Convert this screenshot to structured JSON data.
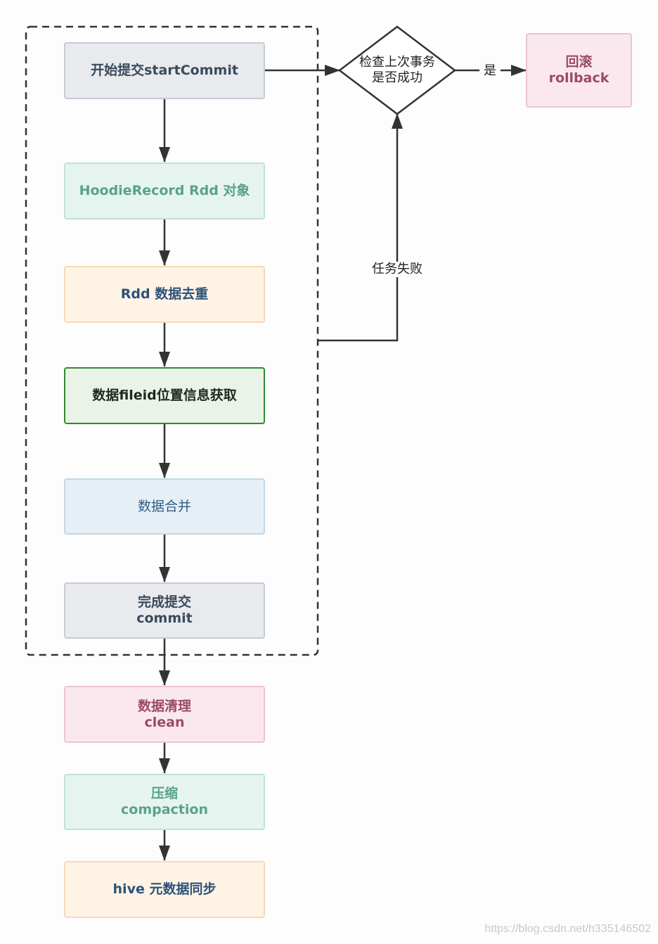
{
  "nodes": {
    "start_commit": "开始提交startCommit",
    "hoodie_record": "HoodieRecord Rdd 对象",
    "rdd_dedup": "Rdd 数据去重",
    "fileid_lookup": "数据fileid位置信息获取",
    "data_merge": "数据合并",
    "finish_commit": {
      "line1": "完成提交",
      "line2": "commit"
    },
    "data_clean": {
      "line1": "数据清理",
      "line2": "clean"
    },
    "compaction": {
      "line1": "压缩",
      "line2": "compaction"
    },
    "hive_sync": "hive 元数据同步",
    "rollback": {
      "line1": "回滚",
      "line2": "rollback"
    }
  },
  "decision": {
    "line1": "检查上次事务",
    "line2": "是否成功"
  },
  "edge_labels": {
    "yes": "是",
    "task_failed": "任务失败"
  },
  "watermark": "https://blog.csdn.net/h335146502",
  "colors": {
    "arrow": "#333333",
    "dashed_group": "#333333",
    "gray": "#e8eaee",
    "mint": "#e6f4ef",
    "peach": "#fff3e6",
    "green_border": "#2f8a2f",
    "blue": "#e6eff5",
    "pink": "#fbe8ee"
  }
}
